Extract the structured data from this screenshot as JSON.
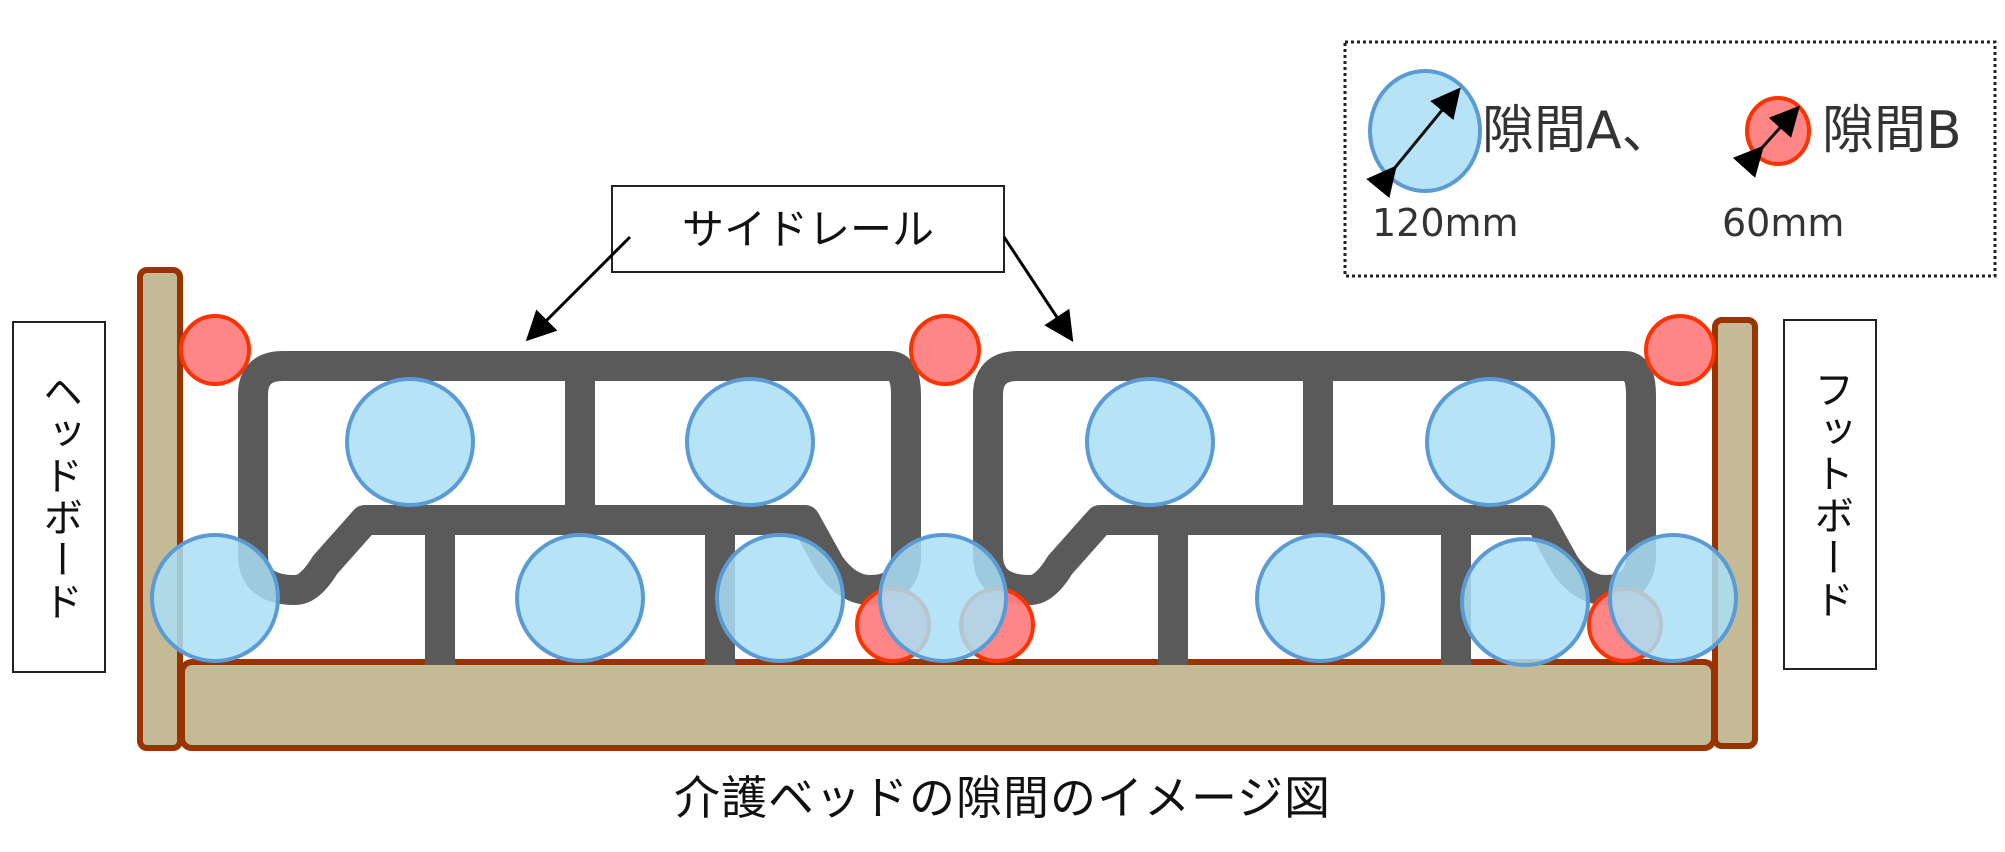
{
  "caption": "介護ベッドの隙間のイメージ図",
  "labels": {
    "side_rail": "サイドレール",
    "headboard": "ヘッドボード",
    "footboard": "フットボード"
  },
  "legend": {
    "gap_a": {
      "label": "隙間A、",
      "size": "120mm",
      "fill": "#a9dff5",
      "stroke": "#5b9bd5"
    },
    "gap_b": {
      "label": "隙間B",
      "size": "60mm",
      "fill": "#ff7f7f",
      "stroke": "#ff3300"
    }
  },
  "colors": {
    "frame_fill": "#c4bb96",
    "frame_stroke": "#993300",
    "rail": "#5a5a5a"
  }
}
